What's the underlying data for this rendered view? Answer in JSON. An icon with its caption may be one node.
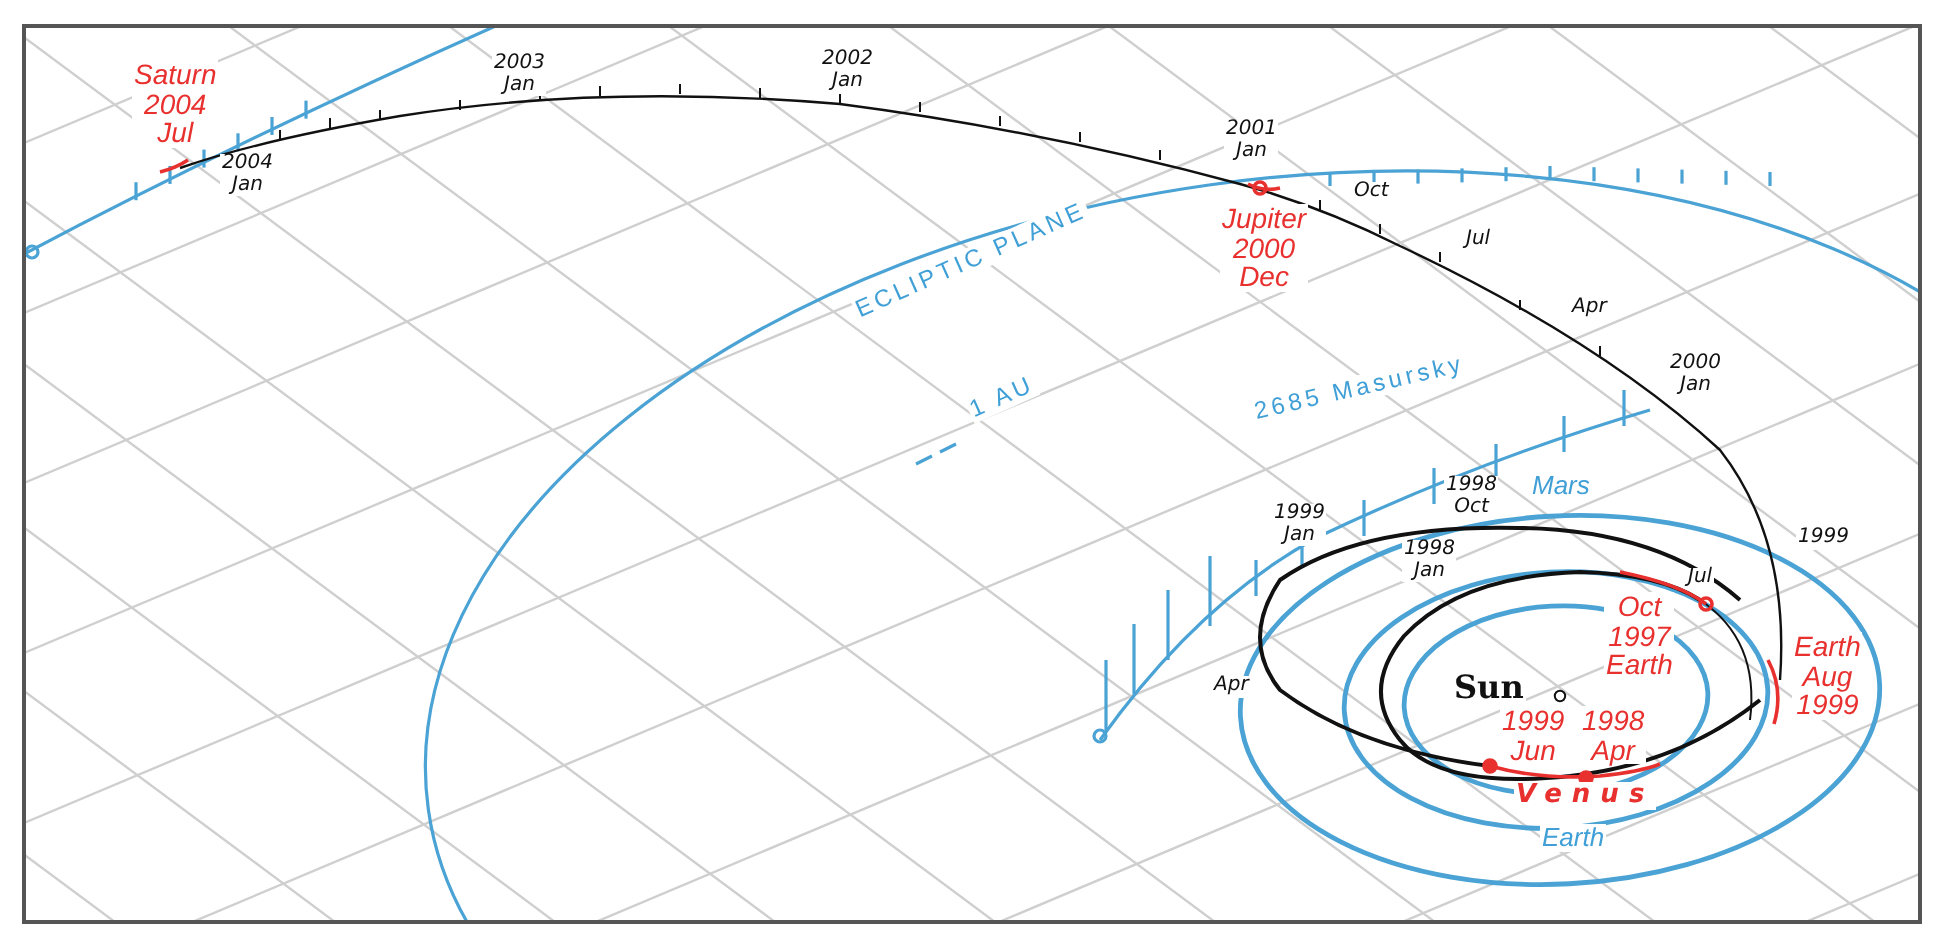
{
  "diagram": {
    "labels": [
      "Saturn 2004 Jul",
      "2003 Jan",
      "2002 Jan",
      "2004 Jan",
      "2001 Jan",
      "Oct",
      "Jupiter 2000 Dec",
      "Jul",
      "ECLIPTIC PLANE",
      "Apr",
      "2000 Jan",
      "1 AU",
      "2685 Masursky",
      "1998 Oct",
      "Mars",
      "1999 Jan",
      "1998 Jan",
      "1999",
      "Jul",
      "Oct 1997 Earth",
      "Earth Aug 1999",
      "Apr",
      "Sun",
      "1999 Jun",
      "1998 Apr",
      "Venus",
      "Earth"
    ]
  }
}
